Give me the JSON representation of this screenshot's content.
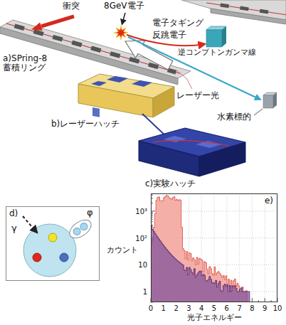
{
  "diagram": {
    "nodes": [
      {
        "text": [
          "d)"
        ]
      },
      {
        "text": [
          "e)"
        ]
      }
    ],
    "labels": [
      "衝突",
      "8GeV電子",
      "電子タギング",
      "反跳電子",
      "逆コンプトンガンマ線",
      "a)SPring-8 蓄積リング",
      "b)レーザーハッチ",
      "レーザー光",
      "水素標的",
      "c)実験ハッチ",
      "γ",
      "φ",
      "1",
      "10",
      "10²",
      "10³",
      "0",
      "1",
      "2",
      "3",
      "4",
      "5",
      "6",
      "7",
      "8",
      "9",
      "10",
      "カウント",
      "光子エネルギー"
    ]
  }
}
